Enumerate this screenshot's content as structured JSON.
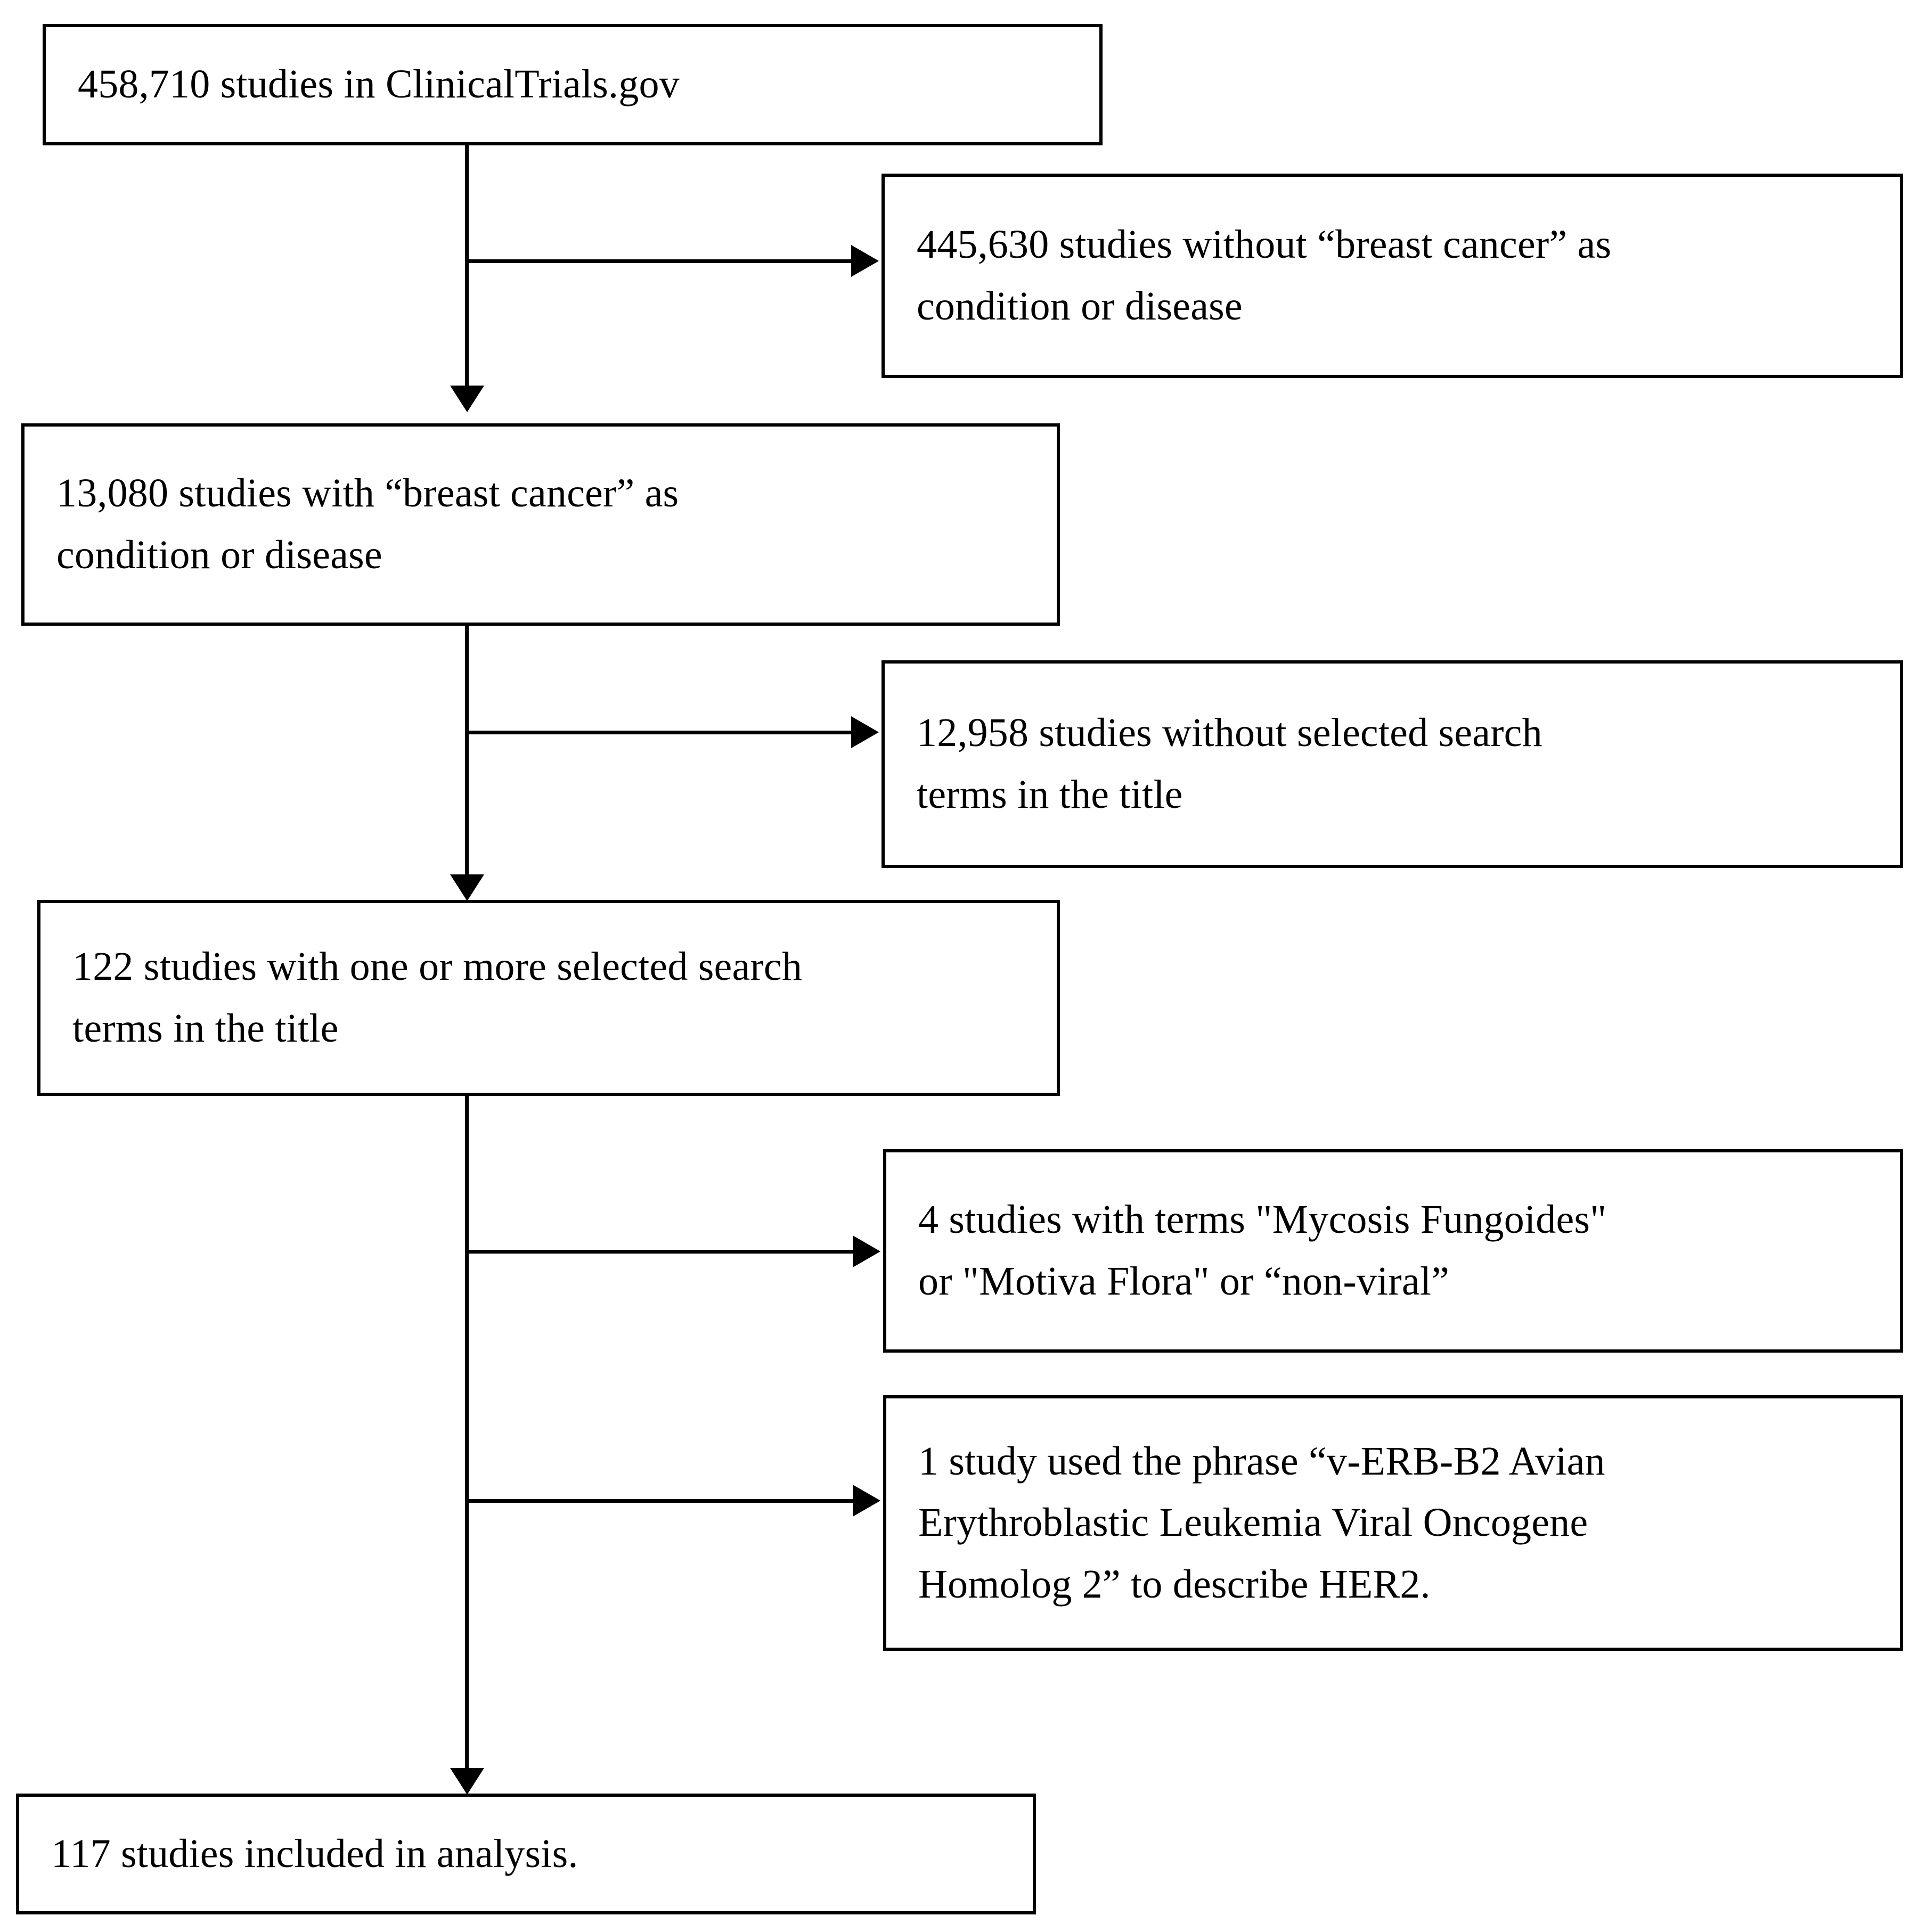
{
  "diagram": {
    "type": "flowchart",
    "title": "Study selection flow diagram",
    "orientation": "top-to-bottom with right-side exclusion branches",
    "colors": {
      "box_border": "#000000",
      "background": "#ffffff",
      "text": "#000000",
      "connector": "#000000"
    },
    "nodes": [
      {
        "id": "n1",
        "role": "main",
        "lines": [
          "458,710 studies in ClinicalTrials.gov"
        ],
        "text": "458,710 studies in ClinicalTrials.gov",
        "count": "458,710"
      },
      {
        "id": "n2",
        "role": "excluded",
        "lines": [
          "445,630 studies without “breast cancer” as",
          "condition or disease"
        ],
        "text": "445,630 studies without “breast cancer” as condition or disease",
        "count": "445,630"
      },
      {
        "id": "n3",
        "role": "main",
        "lines": [
          "13,080 studies with “breast cancer” as",
          "condition or disease"
        ],
        "text": "13,080 studies with “breast cancer” as condition or disease",
        "count": "13,080"
      },
      {
        "id": "n4",
        "role": "excluded",
        "lines": [
          "12,958 studies without selected search",
          "terms in the title"
        ],
        "text": "12,958 studies without selected search terms in the title",
        "count": "12,958"
      },
      {
        "id": "n5",
        "role": "main",
        "lines": [
          "122 studies with one or more selected search",
          "terms in the title"
        ],
        "text": "122 studies with one or more selected search terms in the title",
        "count": "122"
      },
      {
        "id": "n6",
        "role": "excluded",
        "lines": [
          "4 studies with terms \"Mycosis Fungoides\"",
          "or \"Motiva Flora\" or “non-viral”"
        ],
        "text": "4 studies with terms \"Mycosis Fungoides\" or \"Motiva Flora\" or “non-viral”",
        "count": "4"
      },
      {
        "id": "n7",
        "role": "excluded",
        "lines": [
          "1 study used the phrase “v-ERB-B2 Avian",
          "Erythroblastic Leukemia Viral Oncogene",
          "Homolog 2” to describe HER2."
        ],
        "text": "1 study used the phrase “v-ERB-B2 Avian Erythroblastic Leukemia Viral Oncogene Homolog 2” to describe HER2.",
        "count": "1"
      },
      {
        "id": "n8",
        "role": "main",
        "lines": [
          "117 studies included in analysis."
        ],
        "text": "117 studies included in analysis.",
        "count": "117"
      }
    ],
    "edges": [
      {
        "from": "n1",
        "to": "n2",
        "direction": "right"
      },
      {
        "from": "n1",
        "to": "n3",
        "direction": "down"
      },
      {
        "from": "n3",
        "to": "n4",
        "direction": "right"
      },
      {
        "from": "n3",
        "to": "n5",
        "direction": "down"
      },
      {
        "from": "n5",
        "to": "n6",
        "direction": "right"
      },
      {
        "from": "n5",
        "to": "n7",
        "direction": "right"
      },
      {
        "from": "n5",
        "to": "n8",
        "direction": "down"
      }
    ]
  }
}
